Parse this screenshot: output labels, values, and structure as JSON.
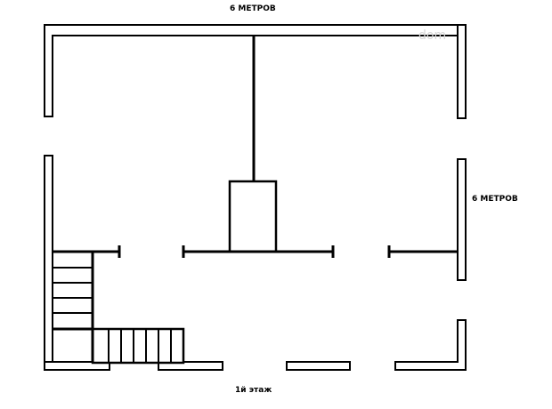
{
  "labels": {
    "top_dimension": "6 МЕТРОВ",
    "right_dimension": "6 МЕТРОВ",
    "floor_caption": "1й этаж"
  },
  "watermark": {
    "text": "dom"
  },
  "colors": {
    "stroke": "#000000",
    "background": "#ffffff",
    "watermark": "#d8d8d8"
  }
}
